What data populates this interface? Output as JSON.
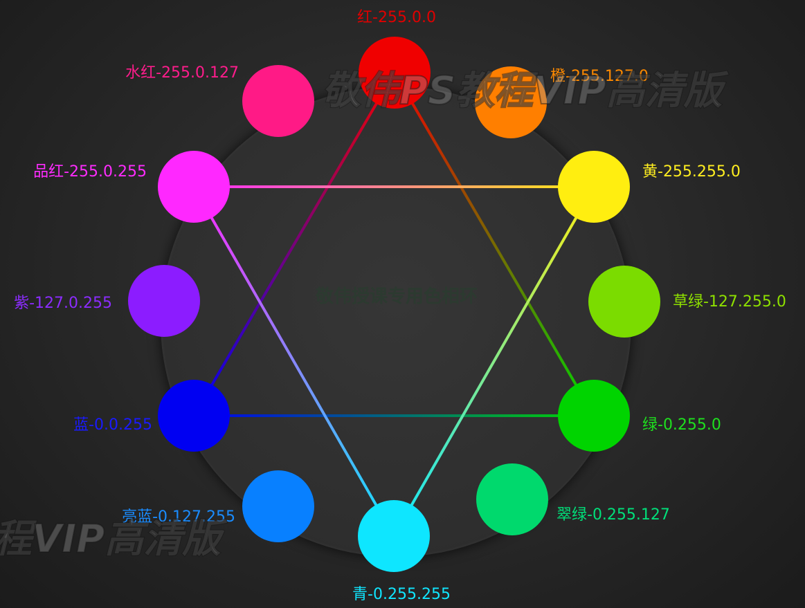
{
  "center_title": "敬伟授课专用色相环",
  "watermarks": [
    "敬伟PS教程VIP高清版",
    "程VIP高清版"
  ],
  "colors": [
    {
      "key": "red",
      "label": "红-255.0.0",
      "hex": "#f00000"
    },
    {
      "key": "orange",
      "label": "橙-255.127.0",
      "hex": "#ff7f00"
    },
    {
      "key": "yellow",
      "label": "黄-255.255.0",
      "hex": "#ffee10"
    },
    {
      "key": "grass",
      "label": "草绿-127.255.0",
      "hex": "#7bdc00"
    },
    {
      "key": "green",
      "label": "绿-0.255.0",
      "hex": "#00d400"
    },
    {
      "key": "emerald",
      "label": "翠绿-0.255.127",
      "hex": "#00d96d"
    },
    {
      "key": "cyan",
      "label": "青-0.255.255",
      "hex": "#0ee6ff"
    },
    {
      "key": "light-blue",
      "label": "亮蓝-0.127.255",
      "hex": "#0880ff"
    },
    {
      "key": "blue",
      "label": "蓝-0.0.255",
      "hex": "#0000f2"
    },
    {
      "key": "violet",
      "label": "紫-127.0.255",
      "hex": "#8c1cff"
    },
    {
      "key": "magenta",
      "label": "品红-255.0.255",
      "hex": "#ff28ff"
    },
    {
      "key": "rose",
      "label": "水红-255.0.127",
      "hex": "#ff1a86"
    }
  ],
  "label_colors": {
    "red": "#e00000",
    "orange": "#ff8a00",
    "yellow": "#ffee20",
    "grass": "#8ee000",
    "green": "#1ee01e",
    "emerald": "#00e07a",
    "cyan": "#10e6ff",
    "light-blue": "#1a8cff",
    "blue": "#1a1aff",
    "violet": "#8c2cff",
    "magenta": "#ff2cff",
    "rose": "#ff1c8c"
  },
  "triangles": [
    [
      "red",
      "green",
      "blue"
    ],
    [
      "magenta",
      "yellow",
      "cyan"
    ]
  ]
}
